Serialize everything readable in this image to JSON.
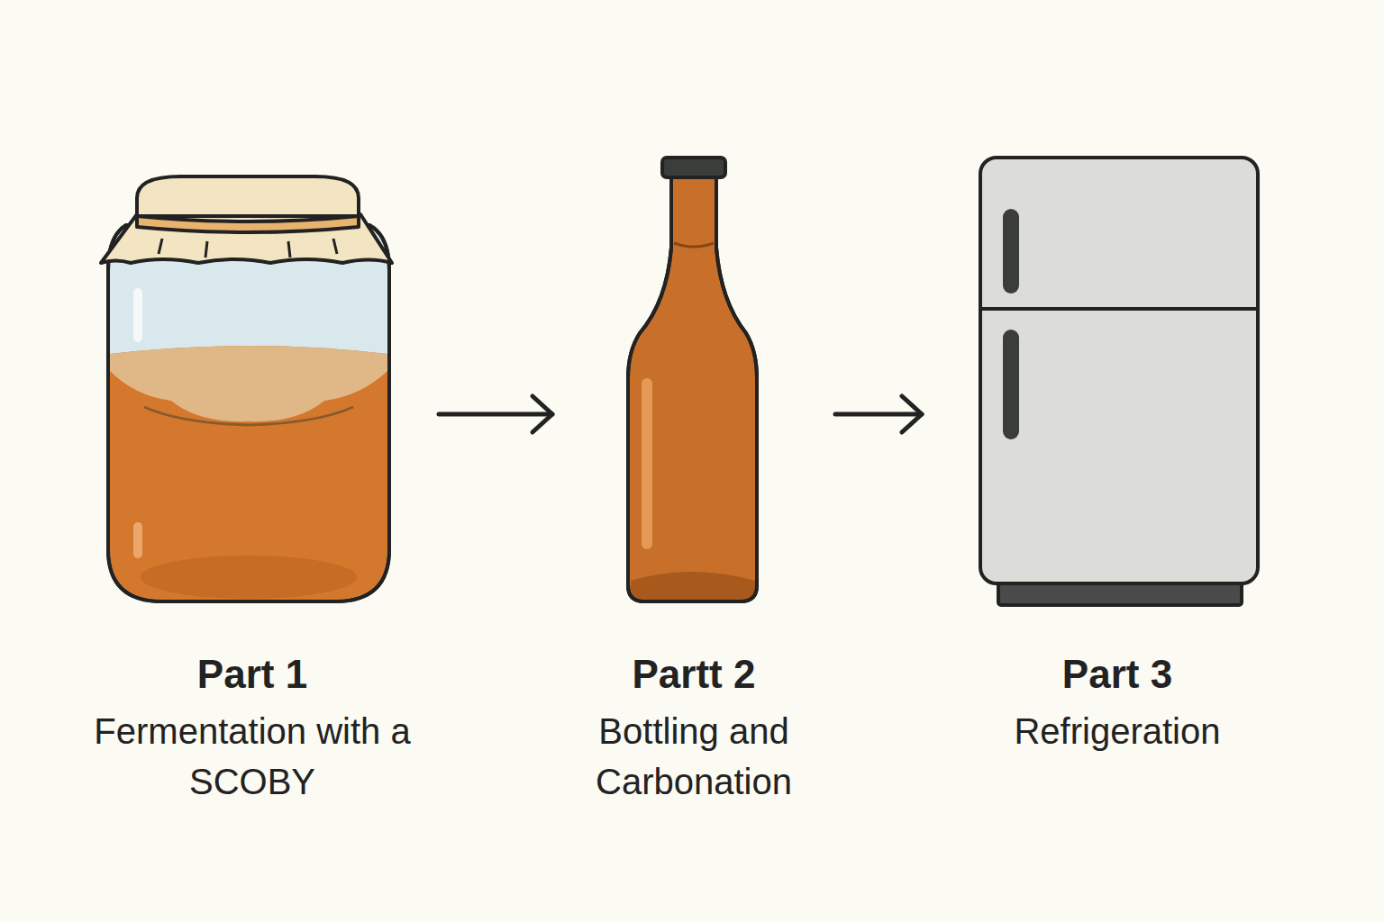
{
  "diagram": {
    "nodes": [
      {
        "text": [
          "Part 1",
          "Fermentation with a SCOBY"
        ]
      },
      {
        "text": [
          "Partt 2",
          "Bottling and Carbonation"
        ]
      },
      {
        "text": [
          "Part 3",
          "Refrigeration"
        ]
      }
    ],
    "edges": [
      {
        "from": 0,
        "to": 1,
        "arrow": "to"
      },
      {
        "from": 1,
        "to": 2,
        "arrow": "to"
      }
    ]
  }
}
